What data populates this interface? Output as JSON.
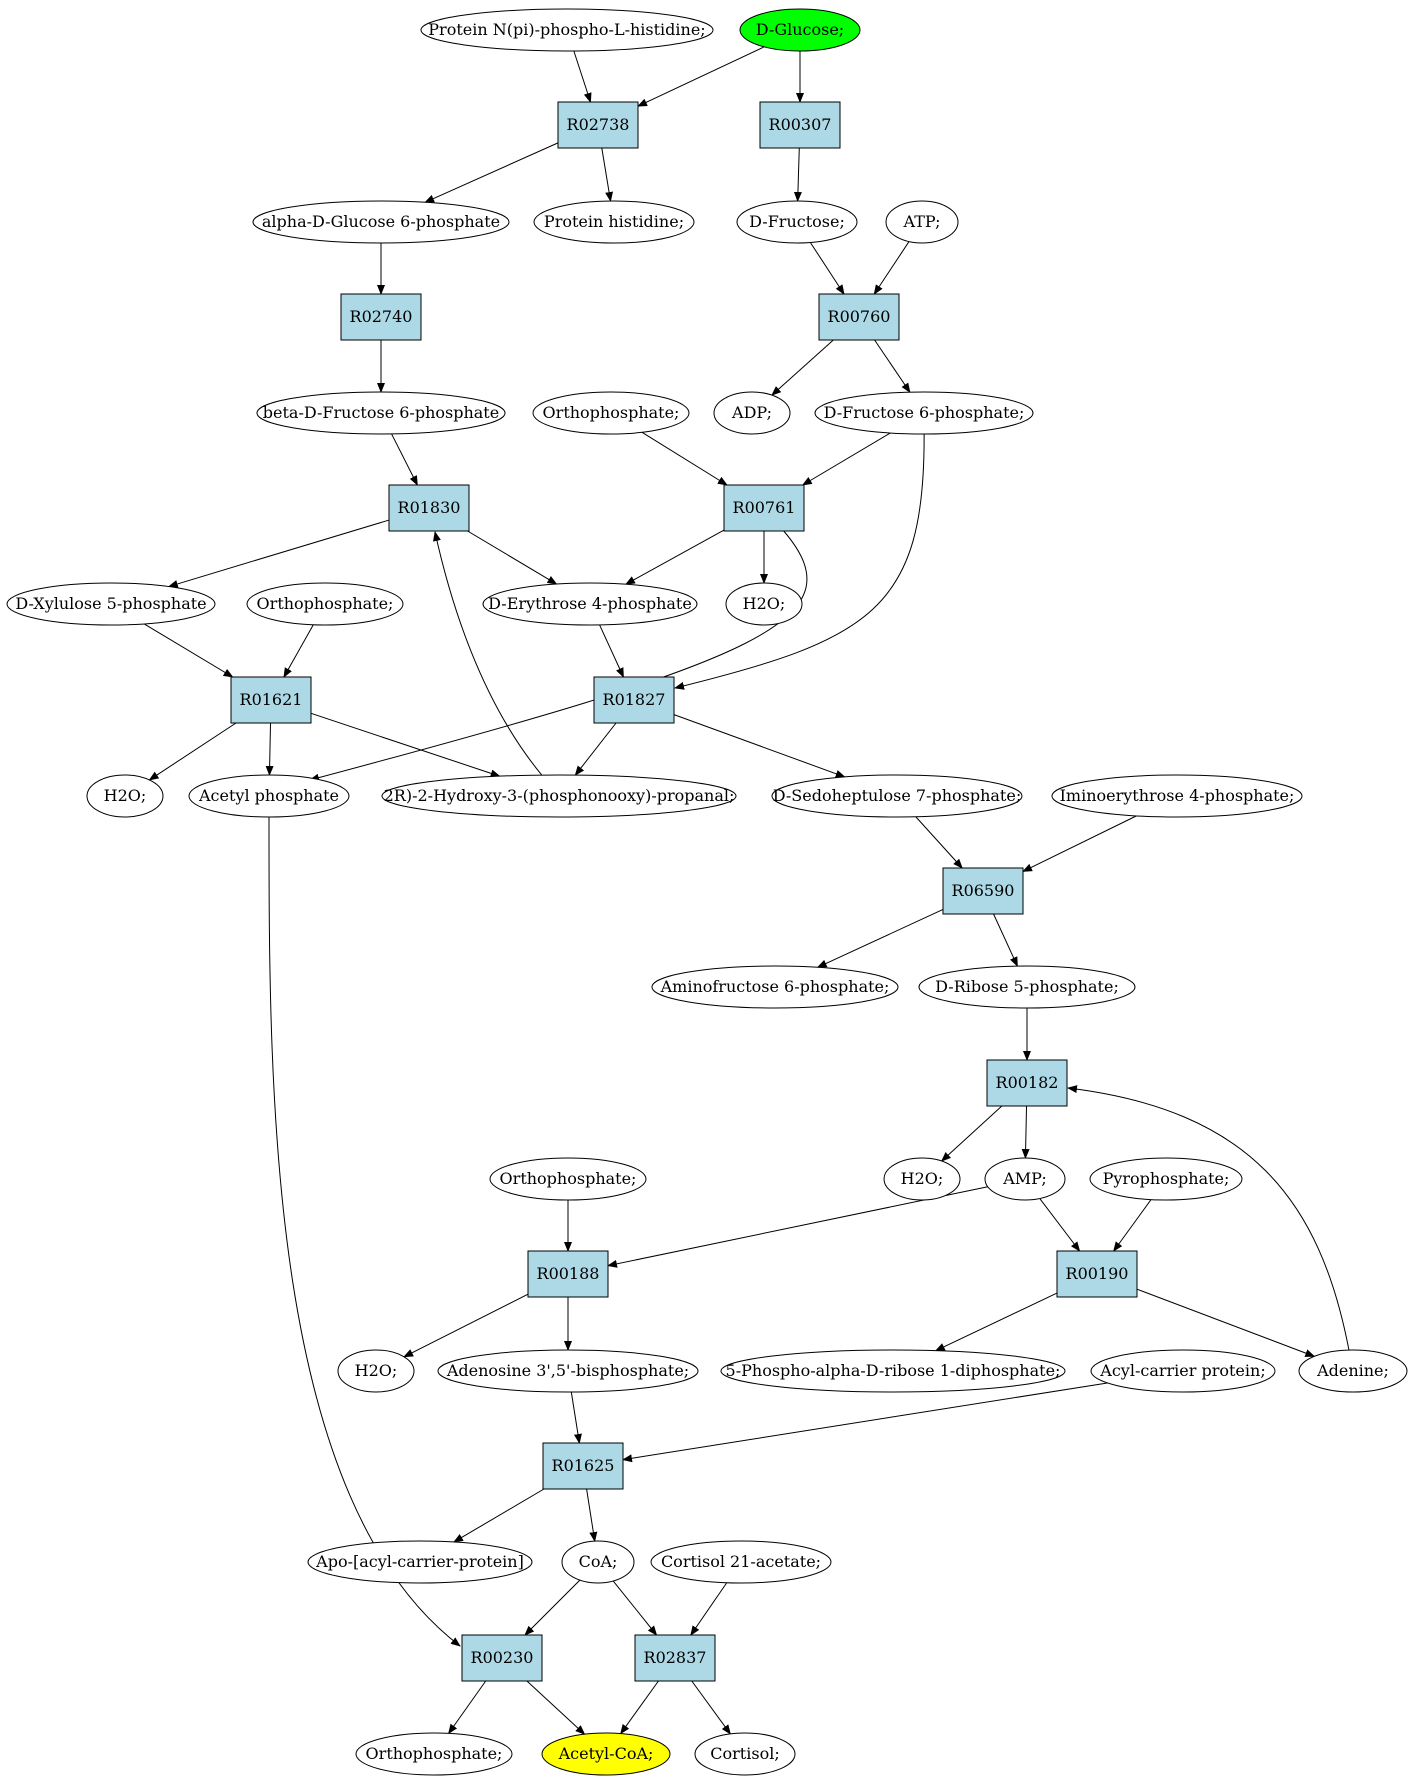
{
  "colors": {
    "reaction": "#add8e6",
    "compound": "#ffffff",
    "source": "#00ff00",
    "target": "#ffff00",
    "edge": "#000000"
  },
  "compounds": [
    {
      "id": "protein_npi",
      "label": "Protein N(pi)-phospho-L-histidine;",
      "role": "normal"
    },
    {
      "id": "dglucose",
      "label": "D-Glucose;",
      "role": "source"
    },
    {
      "id": "a_g6p",
      "label": "alpha-D-Glucose 6-phosphate",
      "role": "normal"
    },
    {
      "id": "prot_his",
      "label": "Protein histidine;",
      "role": "normal"
    },
    {
      "id": "dfructose",
      "label": "D-Fructose;",
      "role": "normal"
    },
    {
      "id": "atp",
      "label": "ATP;",
      "role": "normal"
    },
    {
      "id": "b_f6p",
      "label": "beta-D-Fructose 6-phosphate",
      "role": "normal"
    },
    {
      "id": "ortho1",
      "label": "Orthophosphate;",
      "role": "normal"
    },
    {
      "id": "adp",
      "label": "ADP;",
      "role": "normal"
    },
    {
      "id": "d_f6p",
      "label": "D-Fructose 6-phosphate;",
      "role": "normal"
    },
    {
      "id": "dx5p",
      "label": "D-Xylulose 5-phosphate",
      "role": "normal"
    },
    {
      "id": "ortho2",
      "label": "Orthophosphate;",
      "role": "normal"
    },
    {
      "id": "de4p",
      "label": "D-Erythrose 4-phosphate",
      "role": "normal"
    },
    {
      "id": "h2o_1",
      "label": "H2O;",
      "role": "normal"
    },
    {
      "id": "h2o_2",
      "label": "H2O;",
      "role": "normal"
    },
    {
      "id": "acetylp",
      "label": "Acetyl phosphate",
      "role": "normal"
    },
    {
      "id": "g3p",
      "label": "2R)-2-Hydroxy-3-(phosphonooxy)-propanal;",
      "role": "normal"
    },
    {
      "id": "ds7p",
      "label": "D-Sedoheptulose 7-phosphate;",
      "role": "normal"
    },
    {
      "id": "iminoe4p",
      "label": "Iminoerythrose 4-phosphate;",
      "role": "normal"
    },
    {
      "id": "aminof6p",
      "label": "Aminofructose 6-phosphate;",
      "role": "normal"
    },
    {
      "id": "dr5p",
      "label": "D-Ribose 5-phosphate;",
      "role": "normal"
    },
    {
      "id": "ortho3",
      "label": "Orthophosphate;",
      "role": "normal"
    },
    {
      "id": "h2o_3",
      "label": "H2O;",
      "role": "normal"
    },
    {
      "id": "amp",
      "label": "AMP;",
      "role": "normal"
    },
    {
      "id": "ppi",
      "label": "Pyrophosphate;",
      "role": "normal"
    },
    {
      "id": "h2o_4",
      "label": "H2O;",
      "role": "normal"
    },
    {
      "id": "pap",
      "label": "Adenosine 3',5'-bisphosphate;",
      "role": "normal"
    },
    {
      "id": "prpp",
      "label": "5-Phospho-alpha-D-ribose 1-diphosphate;",
      "role": "normal"
    },
    {
      "id": "acp",
      "label": "Acyl-carrier protein;",
      "role": "normal"
    },
    {
      "id": "adenine",
      "label": "Adenine;",
      "role": "normal"
    },
    {
      "id": "apoacp",
      "label": "Apo-[acyl-carrier-protein]",
      "role": "normal"
    },
    {
      "id": "coa",
      "label": "CoA;",
      "role": "normal"
    },
    {
      "id": "cortac",
      "label": "Cortisol 21-acetate;",
      "role": "normal"
    },
    {
      "id": "ortho4",
      "label": "Orthophosphate;",
      "role": "normal"
    },
    {
      "id": "acetylcoa",
      "label": "Acetyl-CoA;",
      "role": "target"
    },
    {
      "id": "cortisol",
      "label": "Cortisol;",
      "role": "normal"
    }
  ],
  "reactions": [
    {
      "id": "r02738",
      "label": "R02738"
    },
    {
      "id": "r00307",
      "label": "R00307"
    },
    {
      "id": "r02740",
      "label": "R02740"
    },
    {
      "id": "r00760",
      "label": "R00760"
    },
    {
      "id": "r01830",
      "label": "R01830"
    },
    {
      "id": "r00761",
      "label": "R00761"
    },
    {
      "id": "r01621",
      "label": "R01621"
    },
    {
      "id": "r01827",
      "label": "R01827"
    },
    {
      "id": "r06590",
      "label": "R06590"
    },
    {
      "id": "r00182",
      "label": "R00182"
    },
    {
      "id": "r00188",
      "label": "R00188"
    },
    {
      "id": "r00190",
      "label": "R00190"
    },
    {
      "id": "r01625",
      "label": "R01625"
    },
    {
      "id": "r00230",
      "label": "R00230"
    },
    {
      "id": "r02837",
      "label": "R02837"
    }
  ],
  "edges": [
    {
      "from": "protein_npi",
      "to": "r02738"
    },
    {
      "from": "dglucose",
      "to": "r02738"
    },
    {
      "from": "dglucose",
      "to": "r00307"
    },
    {
      "from": "r02738",
      "to": "a_g6p"
    },
    {
      "from": "r02738",
      "to": "prot_his"
    },
    {
      "from": "r00307",
      "to": "dfructose"
    },
    {
      "from": "dfructose",
      "to": "r00760"
    },
    {
      "from": "atp",
      "to": "r00760"
    },
    {
      "from": "a_g6p",
      "to": "r02740"
    },
    {
      "from": "r02740",
      "to": "b_f6p"
    },
    {
      "from": "r00760",
      "to": "adp"
    },
    {
      "from": "r00760",
      "to": "d_f6p"
    },
    {
      "from": "b_f6p",
      "to": "r01830"
    },
    {
      "from": "ortho1",
      "to": "r00761"
    },
    {
      "from": "d_f6p",
      "to": "r00761"
    },
    {
      "from": "d_f6p",
      "to": "r01827"
    },
    {
      "from": "r01830",
      "to": "dx5p"
    },
    {
      "from": "r01830",
      "to": "de4p"
    },
    {
      "from": "r00761",
      "to": "de4p"
    },
    {
      "from": "r00761",
      "to": "h2o_1"
    },
    {
      "from": "r00761",
      "to": "acetylp"
    },
    {
      "from": "dx5p",
      "to": "r01621"
    },
    {
      "from": "ortho2",
      "to": "r01621"
    },
    {
      "from": "de4p",
      "to": "r01827"
    },
    {
      "from": "r01621",
      "to": "h2o_2"
    },
    {
      "from": "r01621",
      "to": "acetylp"
    },
    {
      "from": "r01621",
      "to": "g3p"
    },
    {
      "from": "g3p",
      "to": "r01830"
    },
    {
      "from": "r01827",
      "to": "g3p"
    },
    {
      "from": "r01827",
      "to": "ds7p"
    },
    {
      "from": "ds7p",
      "to": "r06590"
    },
    {
      "from": "iminoe4p",
      "to": "r06590"
    },
    {
      "from": "r06590",
      "to": "aminof6p"
    },
    {
      "from": "r06590",
      "to": "dr5p"
    },
    {
      "from": "dr5p",
      "to": "r00182"
    },
    {
      "from": "r00182",
      "to": "h2o_3"
    },
    {
      "from": "r00182",
      "to": "amp"
    },
    {
      "from": "adenine",
      "to": "r00182"
    },
    {
      "from": "ortho3",
      "to": "r00188"
    },
    {
      "from": "amp",
      "to": "r00188"
    },
    {
      "from": "amp",
      "to": "r00190"
    },
    {
      "from": "ppi",
      "to": "r00190"
    },
    {
      "from": "r00188",
      "to": "h2o_4"
    },
    {
      "from": "r00188",
      "to": "pap"
    },
    {
      "from": "r00190",
      "to": "prpp"
    },
    {
      "from": "r00190",
      "to": "adenine"
    },
    {
      "from": "pap",
      "to": "r01625"
    },
    {
      "from": "acp",
      "to": "r01625"
    },
    {
      "from": "r01625",
      "to": "apoacp"
    },
    {
      "from": "r01625",
      "to": "coa"
    },
    {
      "from": "acetylp",
      "to": "r00230"
    },
    {
      "from": "coa",
      "to": "r00230"
    },
    {
      "from": "coa",
      "to": "r02837"
    },
    {
      "from": "cortac",
      "to": "r02837"
    },
    {
      "from": "r00230",
      "to": "ortho4"
    },
    {
      "from": "r00230",
      "to": "acetylcoa"
    },
    {
      "from": "r02837",
      "to": "acetylcoa"
    },
    {
      "from": "r02837",
      "to": "cortisol"
    }
  ]
}
